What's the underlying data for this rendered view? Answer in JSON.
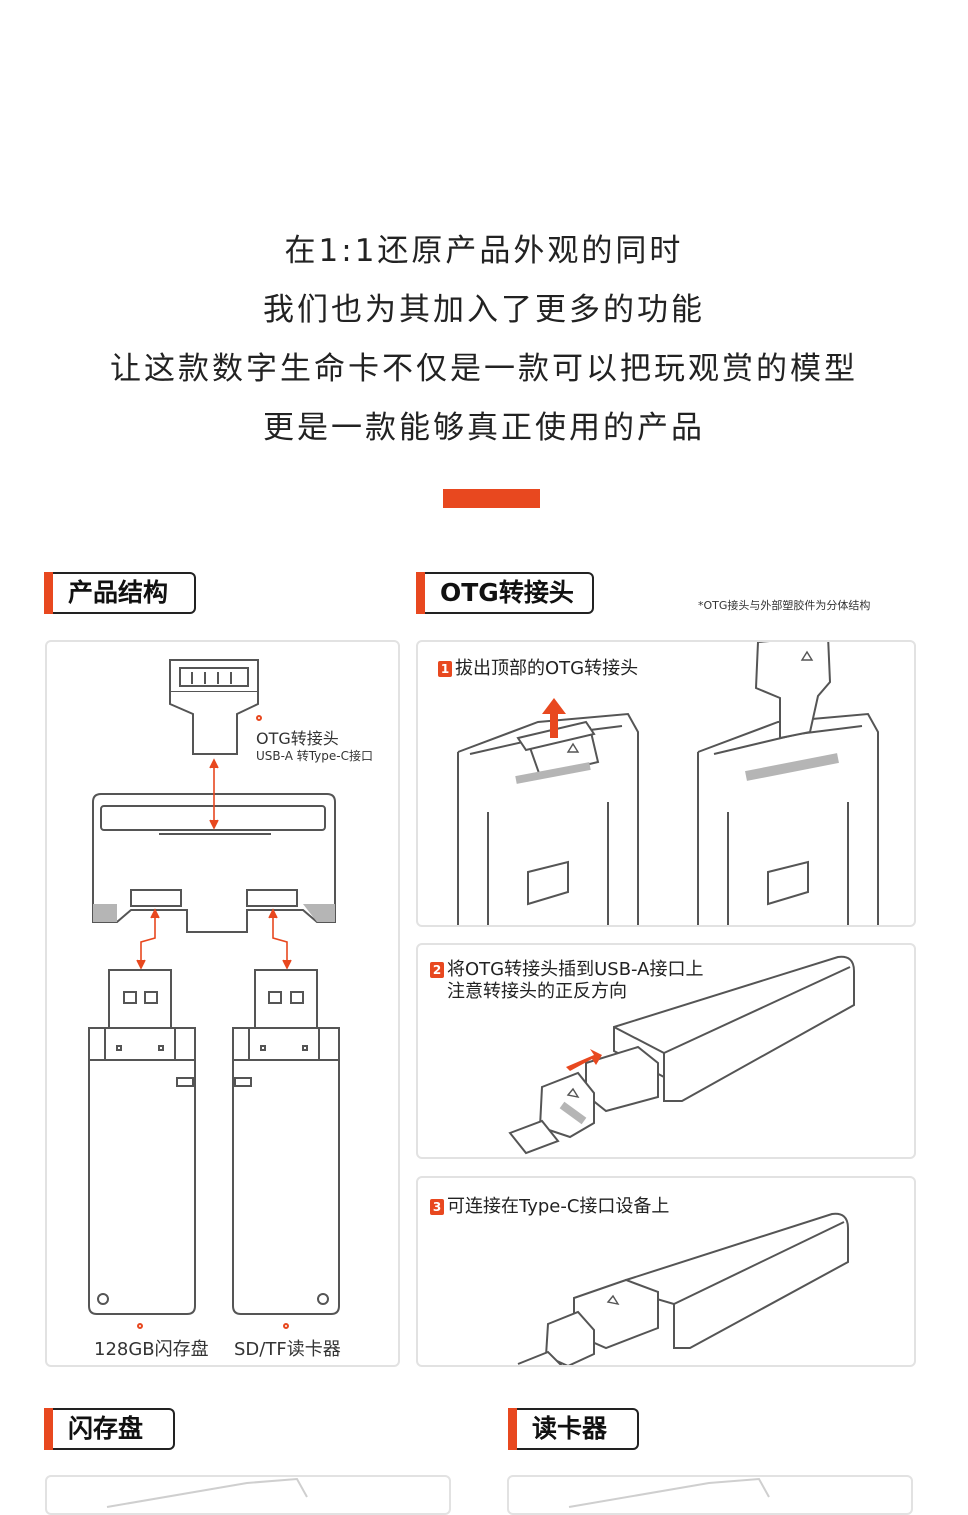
{
  "intro": {
    "lines": [
      "在1:1还原产品外观的同时",
      "我们也为其加入了更多的功能",
      "让这款数字生命卡不仅是一款可以把玩观赏的模型",
      "更是一款能够真正使用的产品"
    ]
  },
  "colors": {
    "accent": "#e8481f",
    "outline": "#555555",
    "panel_border": "#e2e2e2",
    "shade": "#b5b5b5"
  },
  "sections": {
    "structure": {
      "title": "产品结构",
      "otg_label": "OTG转接头",
      "otg_sub": "USB-A 转Type-C接口",
      "flash_label": "128GB闪存盘",
      "reader_label": "SD/TF读卡器"
    },
    "otg": {
      "title": "OTG转接头",
      "note": "*OTG接头与外部塑胶件为分体结构",
      "steps": [
        {
          "num": "1",
          "text": "拔出顶部的OTG转接头"
        },
        {
          "num": "2",
          "text": "将OTG转接头插到USB-A接口上",
          "text2": "注意转接头的正反方向"
        },
        {
          "num": "3",
          "text": "可连接在Type-C接口设备上"
        }
      ]
    },
    "flash": {
      "title": "闪存盘"
    },
    "reader": {
      "title": "读卡器"
    }
  }
}
